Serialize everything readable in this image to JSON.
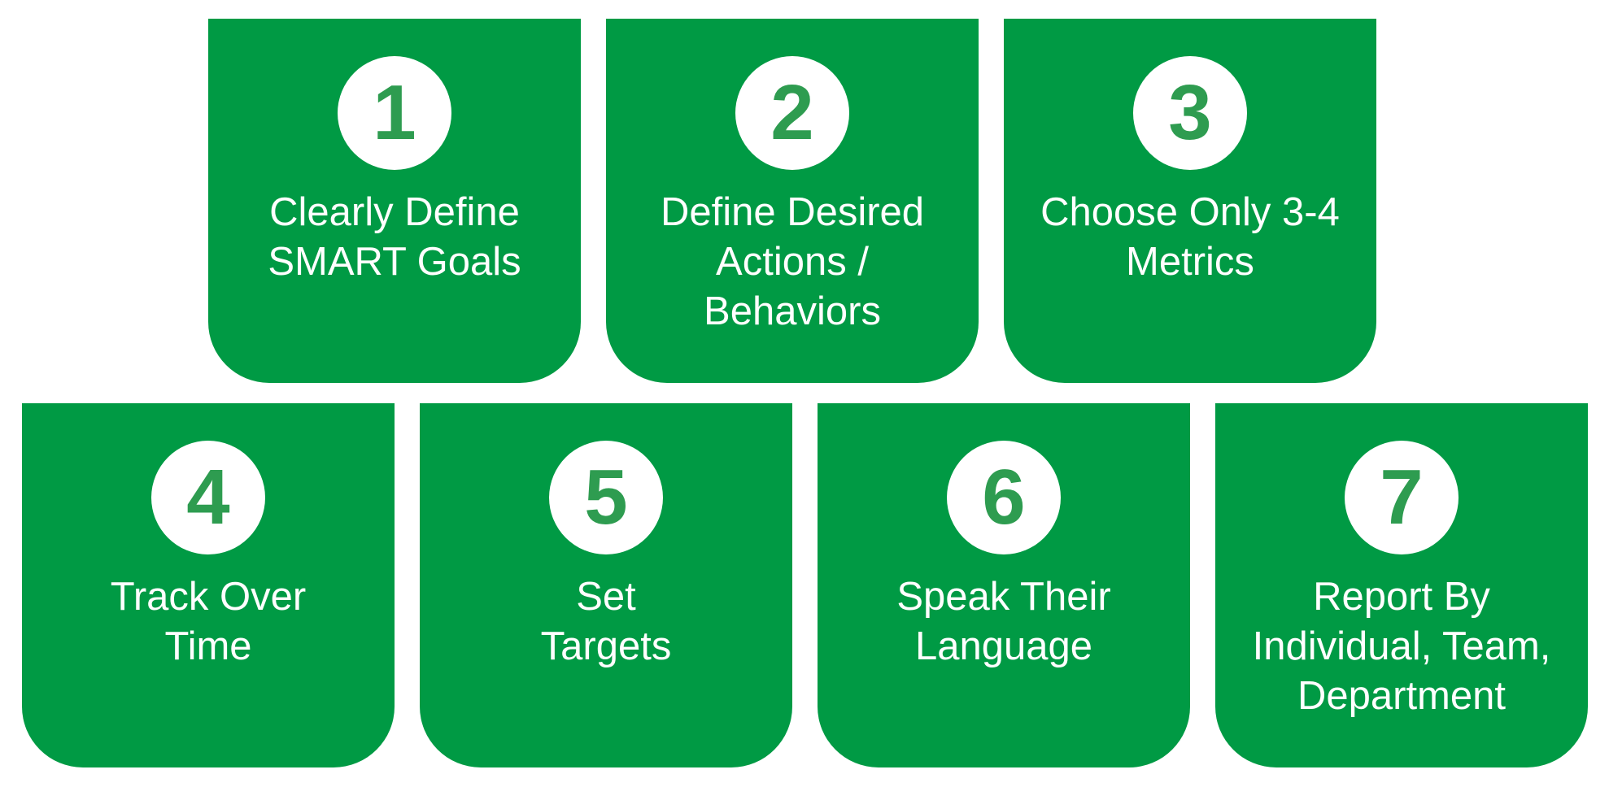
{
  "colors": {
    "card_fill": "#009a44",
    "number_color": "#2e9c50",
    "badge_fill": "#ffffff",
    "text_color": "#ffffff"
  },
  "steps": [
    {
      "number": "1",
      "lines": [
        "Clearly Define",
        "SMART Goals"
      ]
    },
    {
      "number": "2",
      "lines": [
        "Define Desired",
        "Actions /",
        "Behaviors"
      ]
    },
    {
      "number": "3",
      "lines": [
        "Choose Only 3-4",
        "Metrics"
      ]
    },
    {
      "number": "4",
      "lines": [
        "Track Over",
        "Time"
      ]
    },
    {
      "number": "5",
      "lines": [
        "Set",
        "Targets"
      ]
    },
    {
      "number": "6",
      "lines": [
        "Speak Their",
        "Language"
      ]
    },
    {
      "number": "7",
      "lines": [
        "Report By",
        "Individual, Team,",
        "Department"
      ]
    }
  ]
}
